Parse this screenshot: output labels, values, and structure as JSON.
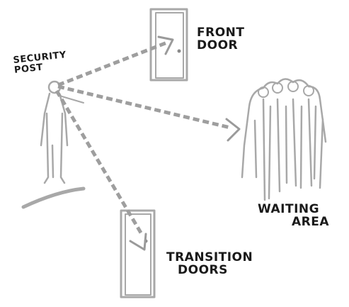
{
  "labels": {
    "security_post": [
      "SECURITY",
      "POST"
    ],
    "front_door": [
      "FRONT",
      "DOOR"
    ],
    "waiting_area": [
      "WAITING",
      "AREA"
    ],
    "transition_doors": [
      "TRANSITION",
      "DOORS"
    ]
  },
  "colors": {
    "ink": "#1a1a1a",
    "sketch_gray": "#a8a8a8",
    "background": "#ffffff"
  }
}
